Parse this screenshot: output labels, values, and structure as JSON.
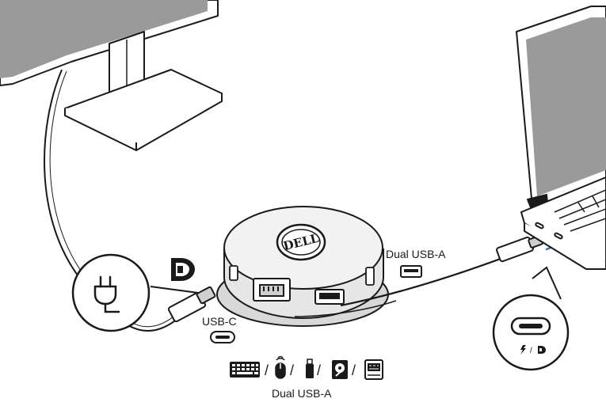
{
  "labels": {
    "dual_usb_a_right": "Dual USB-A",
    "usb_c": "USB-C",
    "dual_usb_a_bottom": "Dual USB-A"
  },
  "dock": {
    "brand": "DELL"
  },
  "callout": {
    "separator": "/"
  },
  "device_separator": "/",
  "icons": [
    "displayport-logo-icon",
    "power-plug-icon",
    "thunderbolt-icon",
    "keyboard-icon",
    "mouse-icon",
    "usb-flash-drive-icon",
    "hard-disk-icon",
    "ssd-icon",
    "usb-c-port-icon",
    "usb-a-port-icon",
    "arrow-icon"
  ],
  "colors": {
    "line": "#1a1a1a",
    "screen": "#9a9a9a",
    "dock_body": "#e6e6e6",
    "dock_top": "#f2f2f2"
  }
}
